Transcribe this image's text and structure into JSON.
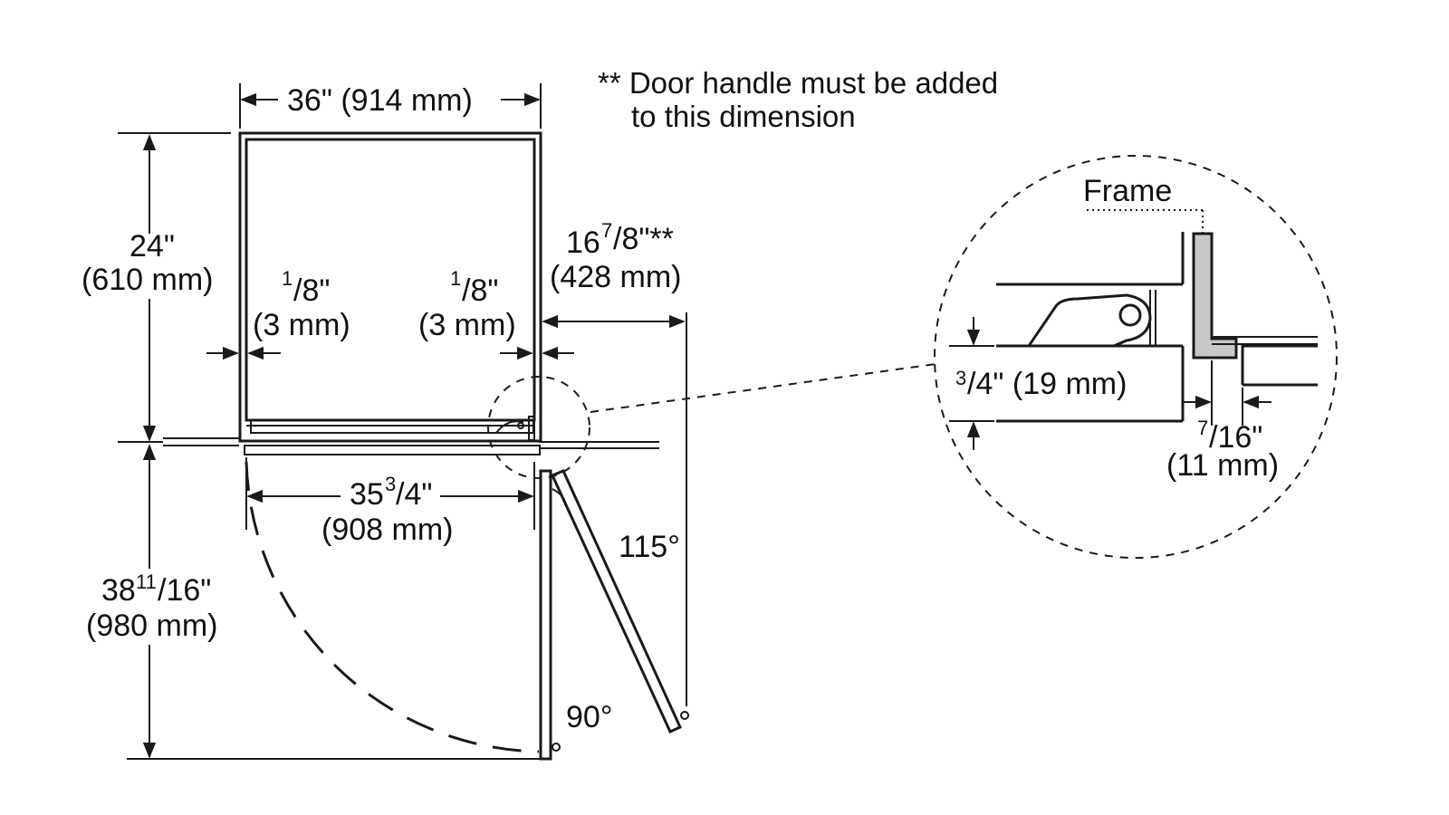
{
  "note": {
    "line1": "** Door handle must be added",
    "line2": "to this dimension"
  },
  "dimensions": {
    "width_top": "36\" (914 mm)",
    "depth_in": "24\"",
    "depth_mm": "(610 mm)",
    "gap_left_frac": "1",
    "gap_left_den": "/8\"",
    "gap_left_mm": "(3 mm)",
    "gap_right_frac": "1",
    "gap_right_den": "/8\"",
    "gap_right_mm": "(3 mm)",
    "door_ext_whole": "16",
    "door_ext_frac_num": "7",
    "door_ext_frac_den": "/8\"**",
    "door_ext_mm": "(428 mm)",
    "inner_width_whole": "35",
    "inner_width_num": "3",
    "inner_width_den": "/4\"",
    "inner_width_mm": "(908 mm)",
    "swing_whole": "38",
    "swing_num": "11",
    "swing_den": "/16\"",
    "swing_mm": "(980 mm)",
    "angle_open": "115°",
    "angle_right": "90°"
  },
  "detail": {
    "frame_label": "Frame",
    "thickness_num": "3",
    "thickness_rest": "/4\" (19 mm)",
    "offset_num": "7",
    "offset_den": "/16\"",
    "offset_mm": "(11 mm)"
  }
}
